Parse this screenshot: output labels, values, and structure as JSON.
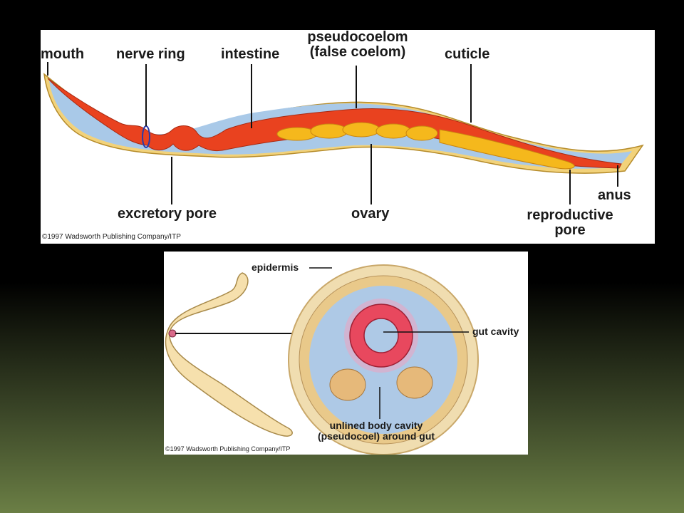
{
  "slide": {
    "top_diagram": {
      "labels": {
        "mouth": "mouth",
        "nerve_ring": "nerve ring",
        "intestine": "intestine",
        "pseudocoelom_line1": "pseudocoelom",
        "pseudocoelom_line2": "(false coelom)",
        "cuticle": "cuticle",
        "anus": "anus",
        "excretory_pore": "excretory pore",
        "ovary": "ovary",
        "reproductive_pore_line1": "reproductive",
        "reproductive_pore_line2": "pore"
      },
      "copyright": "©1997 Wadsworth Publishing Company/ITP"
    },
    "bottom_diagram": {
      "labels": {
        "epidermis": "epidermis",
        "gut_cavity": "gut cavity",
        "body_cavity_line1": "unlined body cavity",
        "body_cavity_line2": "(pseudocoel) around gut"
      },
      "copyright": "©1997 Wadsworth Publishing Company/ITP"
    }
  },
  "colors": {
    "background_top": "#000000",
    "background_bottom": "#6b7f45",
    "worm_body": "#e9421f",
    "worm_outer": "#f2d27a",
    "pseudocoel_blue": "#a9c9e8",
    "ovary_yellow": "#f5b81c"
  }
}
